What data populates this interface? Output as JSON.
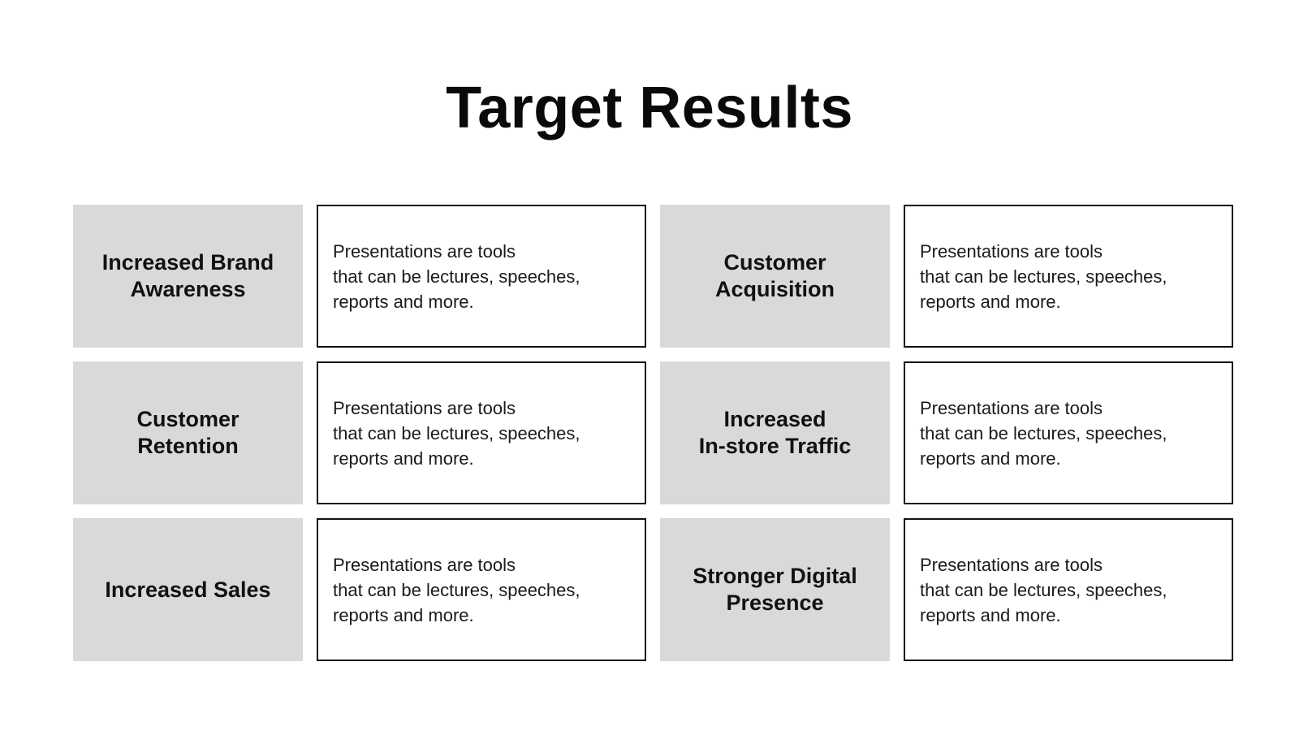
{
  "title": "Target Results",
  "rows": [
    {
      "left_label": "Increased Brand\nAwareness",
      "left_desc": "Presentations are tools\nthat can be lectures, speeches,\nreports and more.",
      "right_label": "Customer\nAcquisition",
      "right_desc": "Presentations are tools\nthat can be lectures, speeches,\nreports and more."
    },
    {
      "left_label": "Customer\nRetention",
      "left_desc": "Presentations are tools\nthat can be lectures, speeches,\nreports and more.",
      "right_label": "Increased\nIn-store Traffic",
      "right_desc": "Presentations are tools\nthat can be lectures, speeches,\nreports and more."
    },
    {
      "left_label": "Increased Sales",
      "left_desc": "Presentations are tools\nthat can be lectures, speeches,\nreports and more.",
      "right_label": "Stronger Digital\nPresence",
      "right_desc": "Presentations are tools\nthat can be lectures, speeches,\nreports and more."
    }
  ],
  "colors": {
    "label_background": "#d9d9d9",
    "border": "#111111",
    "text": "#111111",
    "background": "#ffffff"
  }
}
